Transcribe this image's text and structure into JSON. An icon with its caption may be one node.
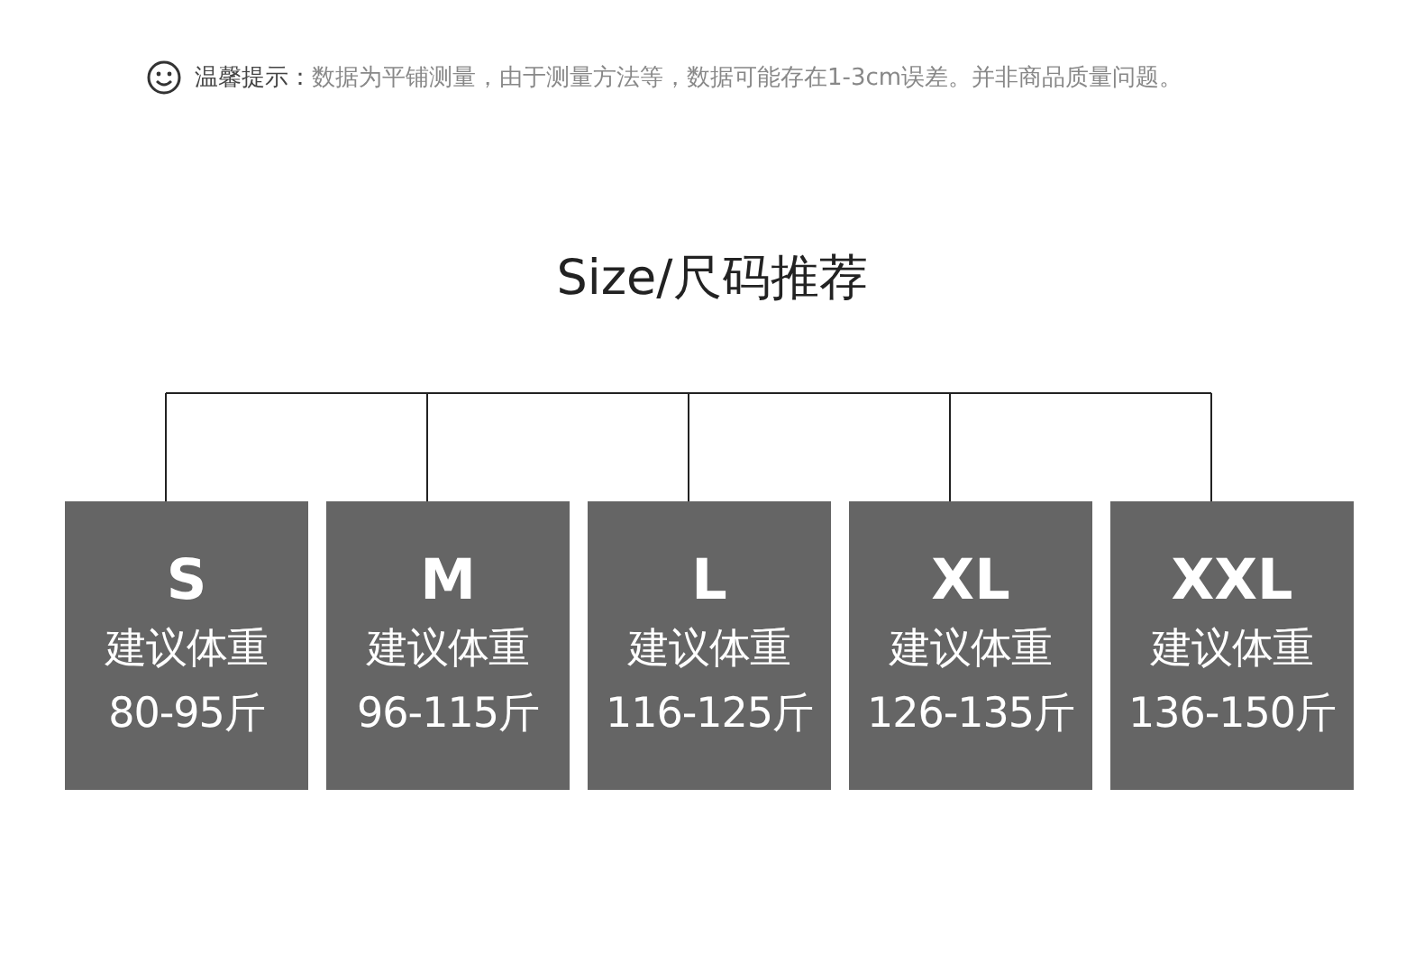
{
  "diagram": {
    "title": "Size/尺码推荐",
    "nodes": [
      {
        "text": [
          "S",
          "建议体重",
          "80-95斤"
        ]
      },
      {
        "text": [
          "M",
          "建议体重",
          "96-115斤"
        ]
      },
      {
        "text": [
          "L",
          "建议体重",
          "116-125斤"
        ]
      },
      {
        "text": [
          "XL",
          "建议体重",
          "126-135斤"
        ]
      },
      {
        "text": [
          "XXL",
          "建议体重",
          "136-150斤"
        ]
      }
    ],
    "labels": [
      "温馨提示：",
      "数据为平铺测量，由于测量方法等，数据可能存在1-3cm误差。并非商品质量问题。"
    ]
  }
}
